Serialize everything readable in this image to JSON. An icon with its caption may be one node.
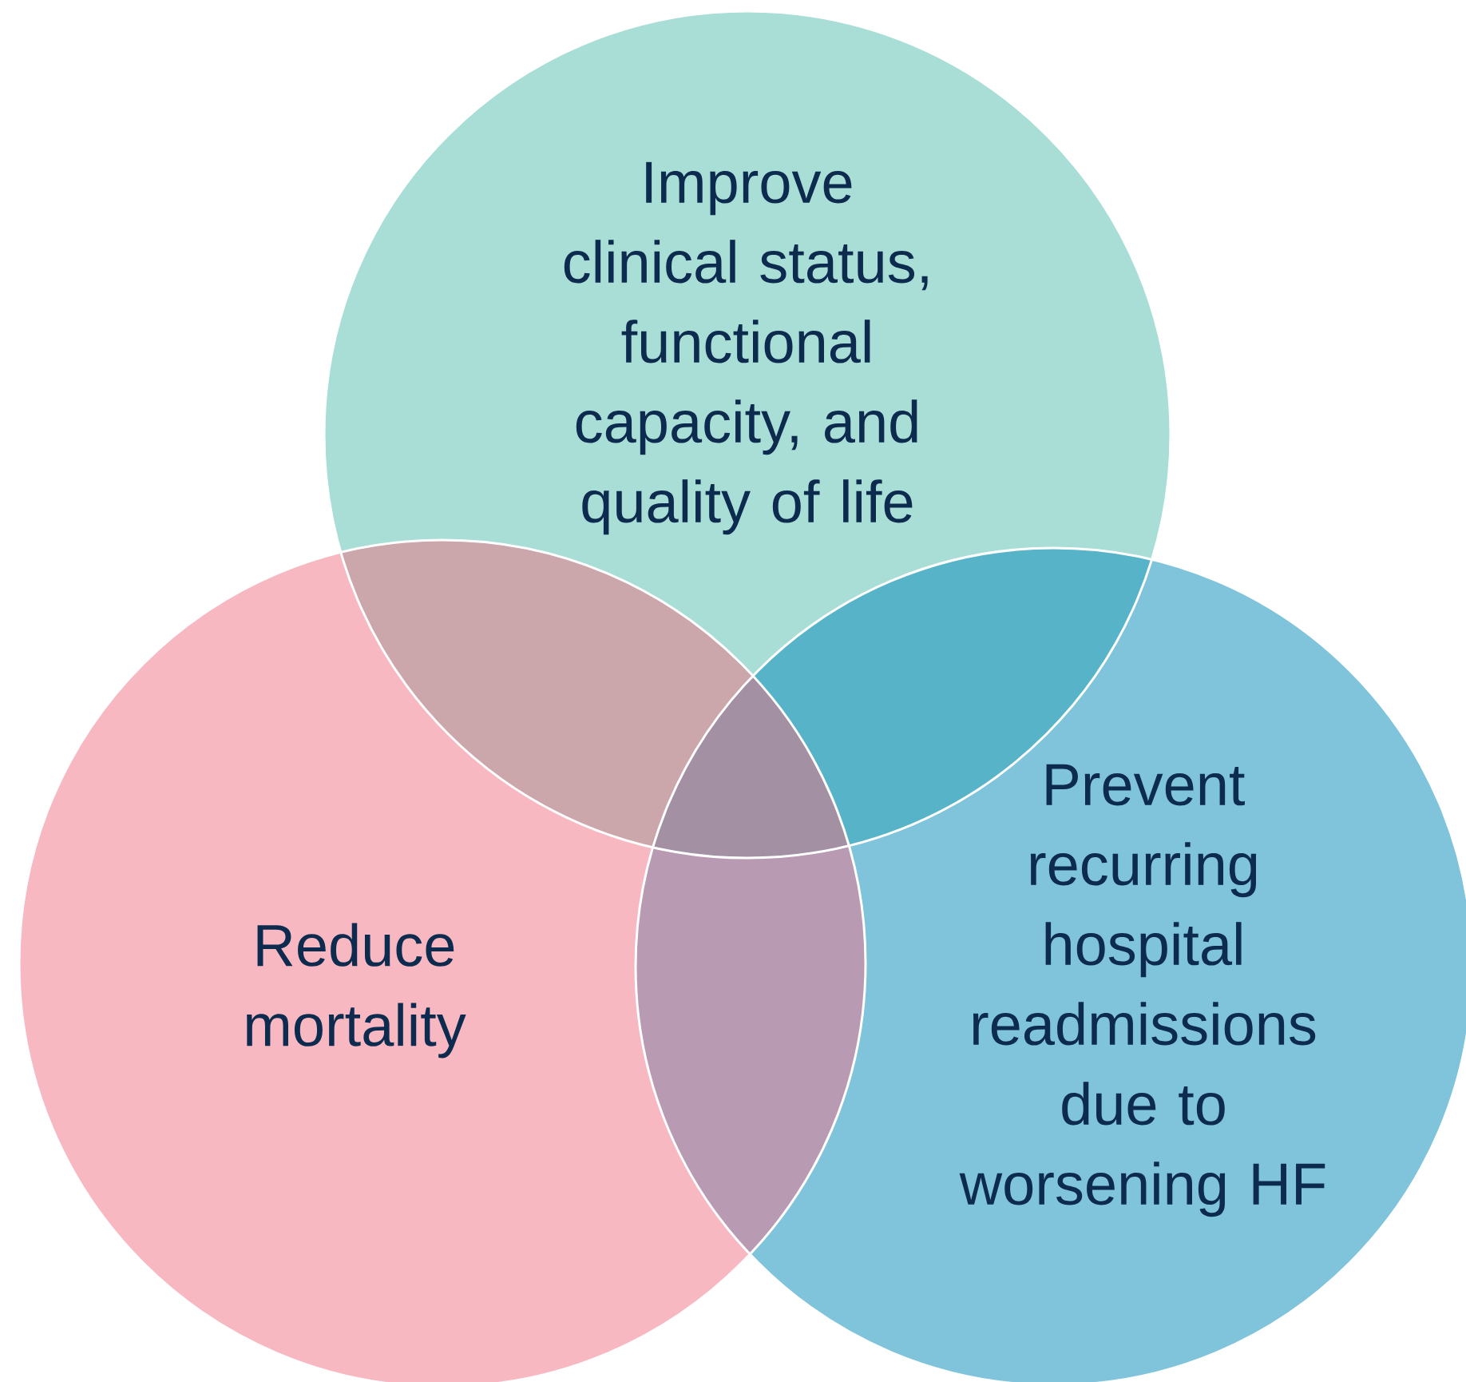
{
  "diagram": {
    "nodes": [
      {
        "text": [
          "Improve clinical status, functional capacity, and quality of life"
        ]
      },
      {
        "text": [
          "Reduce mortality"
        ]
      },
      {
        "text": [
          "Prevent recurring hospital readmissions due to worsening HF"
        ]
      }
    ]
  }
}
